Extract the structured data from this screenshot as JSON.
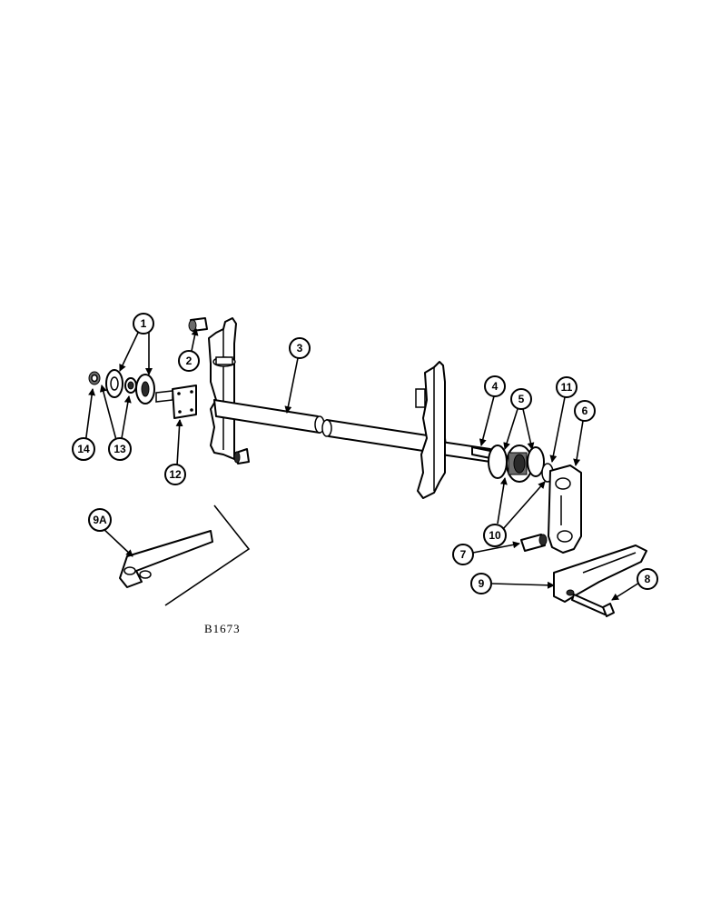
{
  "callouts": {
    "c1": "1",
    "c2": "2",
    "c3": "3",
    "c4": "4",
    "c5": "5",
    "c6": "6",
    "c7": "7",
    "c8": "8",
    "c9": "9",
    "c9a": "9A",
    "c10": "10",
    "c11": "11",
    "c12": "12",
    "c13": "13",
    "c14": "14"
  },
  "drawing_id": "B1673",
  "colors": {
    "line": "#000000",
    "background": "#ffffff",
    "shade": "#6b6b6b"
  }
}
